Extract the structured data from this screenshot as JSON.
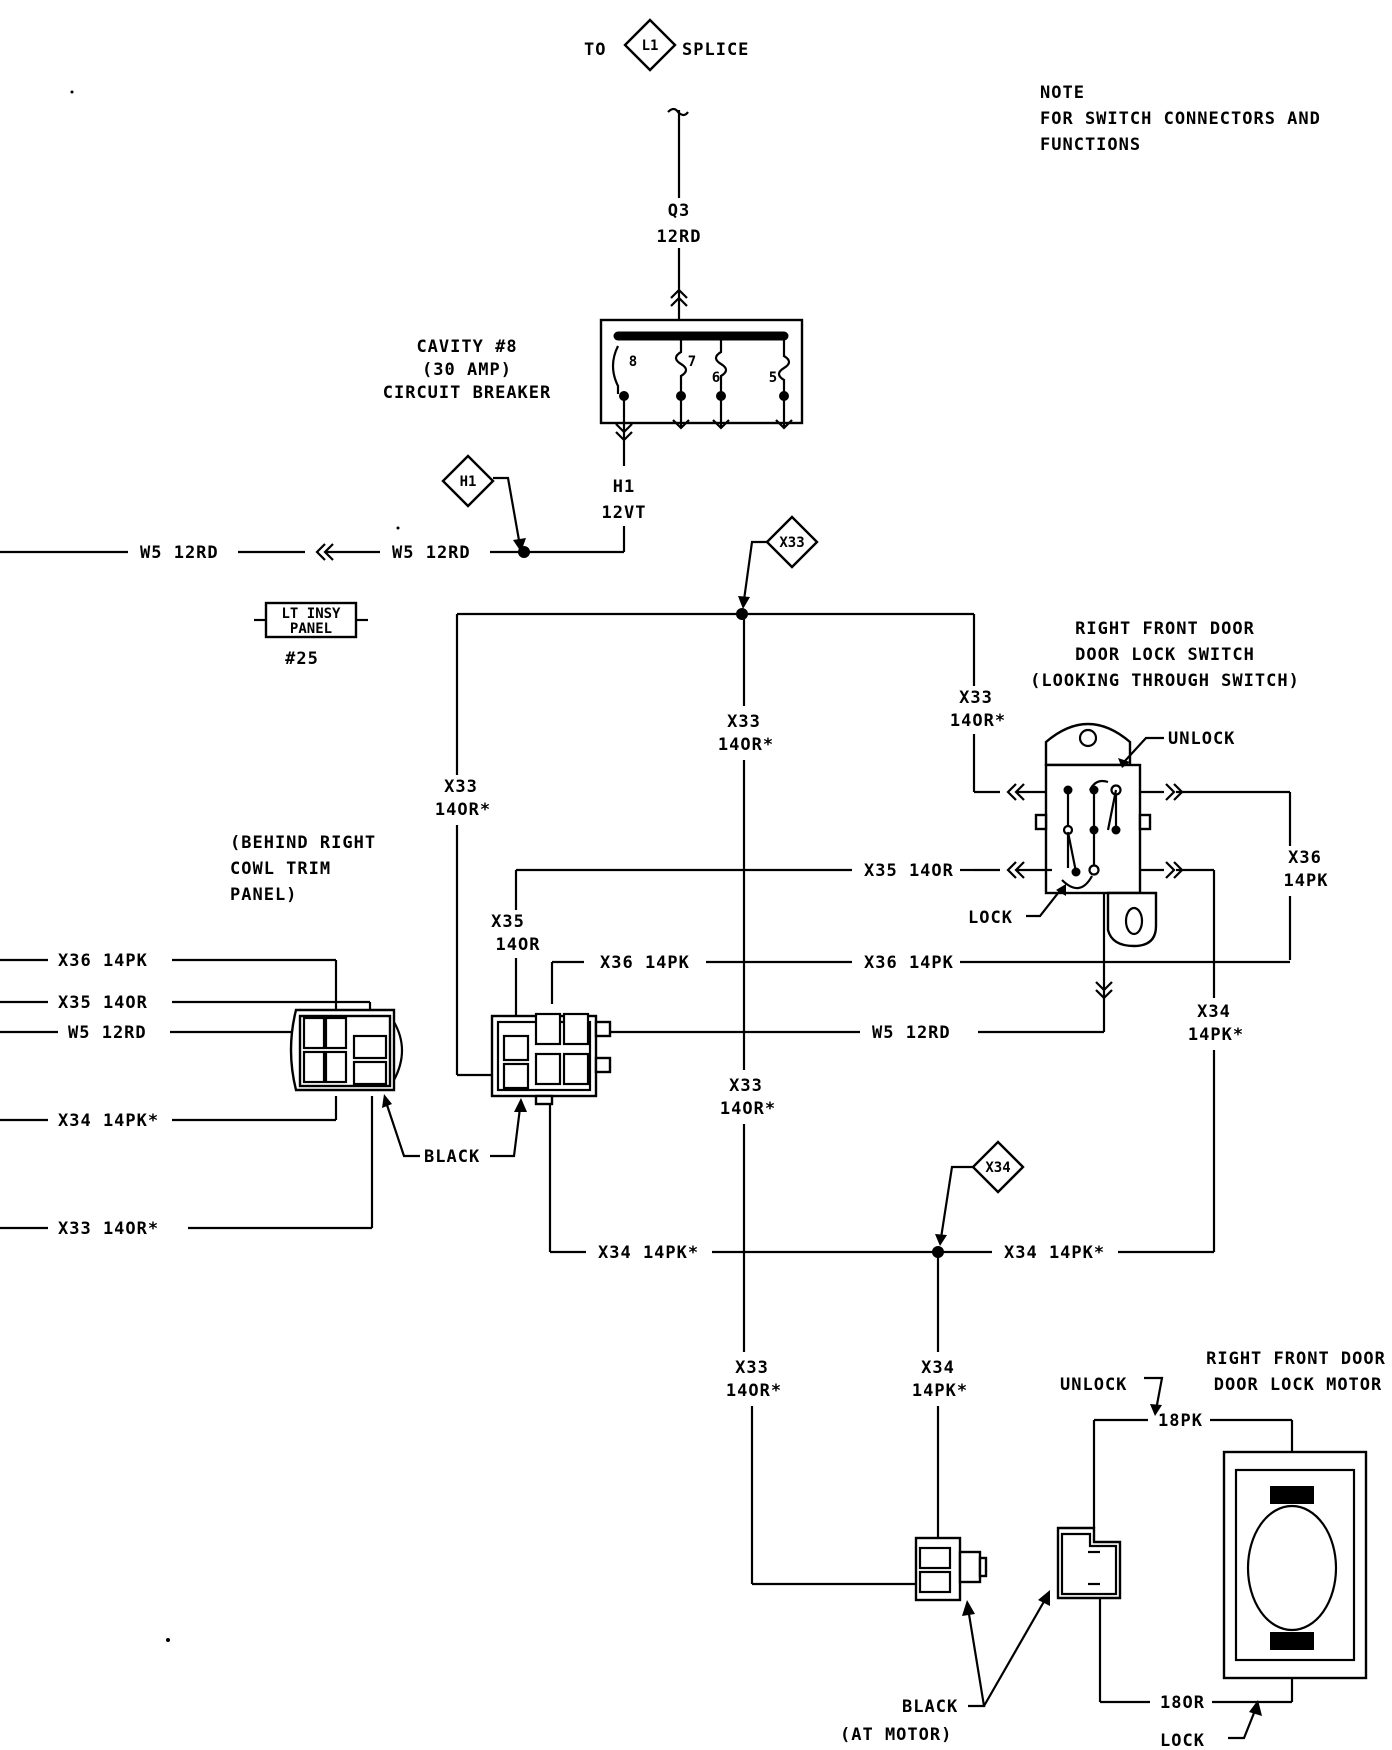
{
  "labels": {
    "top_to": "TO",
    "top_splice_tag": "L1",
    "top_splice": "SPLICE",
    "note_1": "NOTE",
    "note_2": "FOR SWITCH CONNECTORS AND",
    "note_3": "FUNCTIONS",
    "q3_id": "Q3",
    "q3_size": "12RD",
    "cb_1": "CAVITY #8",
    "cb_2": "(30 AMP)",
    "cb_3": "CIRCUIT BREAKER",
    "cb_pin_8": "8",
    "cb_pin_7": "7",
    "cb_pin_6": "6",
    "cb_pin_5": "5",
    "h1_tag": "H1",
    "h1_id": "H1",
    "h1_size": "12VT",
    "w5_left": "W5 12RD",
    "w5_mid": "W5 12RD",
    "lt_insy_1": "LT INSY",
    "lt_insy_2": "PANEL",
    "lt_insy_num": "#25",
    "x33_tag_top": "X33",
    "sw_title_1": "RIGHT FRONT DOOR",
    "sw_title_2": "DOOR LOCK SWITCH",
    "sw_title_3": "(LOOKING THROUGH SWITCH)",
    "sw_unlock": "UNLOCK",
    "sw_lock": "LOCK",
    "x33_a_id": "X33",
    "x33_a_size": "14OR*",
    "x33_b_id": "X33",
    "x33_b_size": "14OR*",
    "x33_c_id": "X33",
    "x33_c_size": "14OR*",
    "x33_d_id": "X33",
    "x33_d_size": "14OR*",
    "x33_e_id": "X33",
    "x33_e_size": "14OR*",
    "x36_right_id": "X36",
    "x36_right_size": "14PK",
    "behind_1": "(BEHIND RIGHT",
    "behind_2": "COWL TRIM",
    "behind_3": "PANEL)",
    "x35_mid": "X35 14OR",
    "x35_vert_id": "X35",
    "x35_vert_size": "14OR",
    "x36_mid_left": "X36 14PK",
    "x36_mid_right": "X36 14PK",
    "w5_right": "W5 12RD",
    "x34_right_id": "X34",
    "x34_right_size": "14PK*",
    "left_x36": "X36 14PK",
    "left_x35": "X35 14OR",
    "left_w5": "W5 12RD",
    "left_x34": "X34 14PK*",
    "left_x33": "X33 14OR*",
    "black_mid": "BLACK",
    "x34_tag_bottom": "X34",
    "x34_bot_left": "X34 14PK*",
    "x34_bot_right": "X34 14PK*",
    "x34_vert_id": "X34",
    "x34_vert_size": "14PK*",
    "motor_title_1": "RIGHT FRONT DOOR",
    "motor_title_2": "DOOR LOCK MOTOR",
    "motor_unlock": "UNLOCK",
    "motor_18pk": "18PK",
    "motor_18or": "18OR",
    "motor_black_1": "BLACK",
    "motor_black_2": "(AT MOTOR)",
    "motor_lock": "LOCK"
  }
}
